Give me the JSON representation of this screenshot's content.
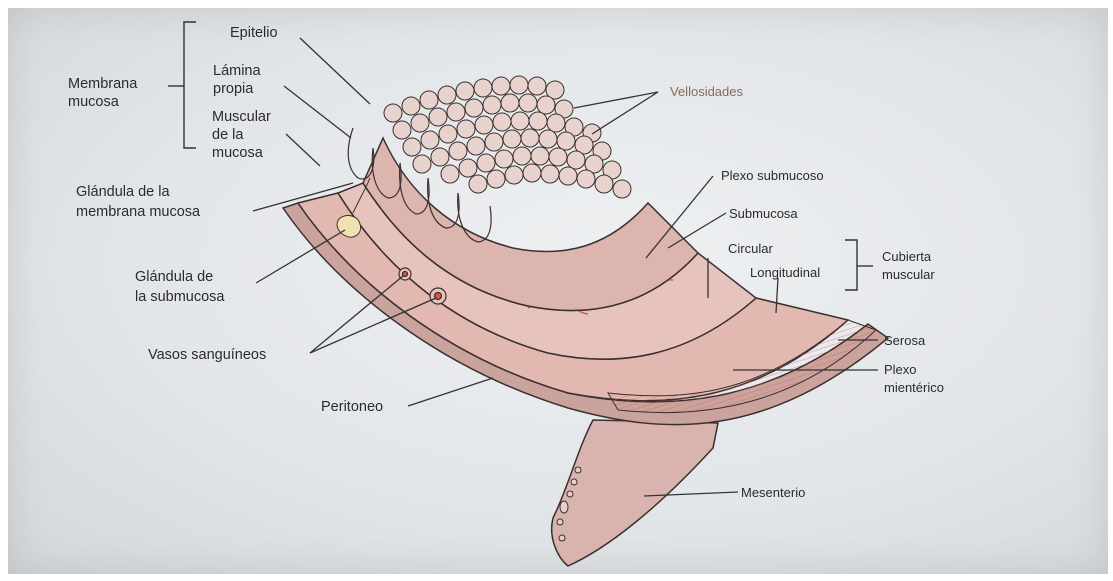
{
  "labels": {
    "membrana_mucosa": [
      "Membrana",
      "mucosa"
    ],
    "epitelio": "Epitelio",
    "lamina_propia": [
      "Lámina",
      "propia"
    ],
    "muscular_mucosa": [
      "Muscular",
      "de la",
      "mucosa"
    ],
    "glandula_membrana": [
      "Glándula de la",
      "membrana mucosa"
    ],
    "glandula_submucosa": [
      "Glándula de",
      "la submucosa"
    ],
    "vasos": "Vasos sanguíneos",
    "peritoneo": "Peritoneo",
    "vellosidades": "Vellosidades",
    "plexo_submucoso": "Plexo submucoso",
    "submucosa": "Submucosa",
    "circular": "Circular",
    "longitudinal": "Longitudinal",
    "cubierta_muscular": [
      "Cubierta",
      "muscular"
    ],
    "serosa": "Serosa",
    "plexo_mienterico": [
      "Plexo",
      "mientérico"
    ],
    "mesenterio": "Mesenterio"
  },
  "colors": {
    "tissue": "#d9b3ad",
    "tissue_dark": "#b98c85",
    "muscle_lines": "#d8554a",
    "outline": "#3a3030",
    "label_text": "#2b2b2b",
    "vellosidades_text": "#8a6a55"
  }
}
